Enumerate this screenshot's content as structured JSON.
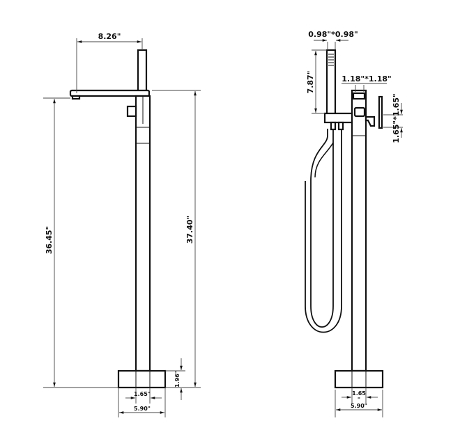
{
  "left_view": {
    "spout_length": "8.26\"",
    "spout_height": "36.45\"",
    "total_height": "37.40\"",
    "base_height": "1.96\"",
    "pipe_width": "1.65\"",
    "base_width": "5.90\""
  },
  "right_view": {
    "handshower_size": "0.98\"*0.98\"",
    "handshower_length": "7.87\"",
    "valve_size": "1.18\"*1.18\"",
    "lever_size": "1.65\"*1.65\"",
    "pipe_width": "1.65",
    "pipe_width_mark": "\"",
    "base_width": "5.90\""
  }
}
